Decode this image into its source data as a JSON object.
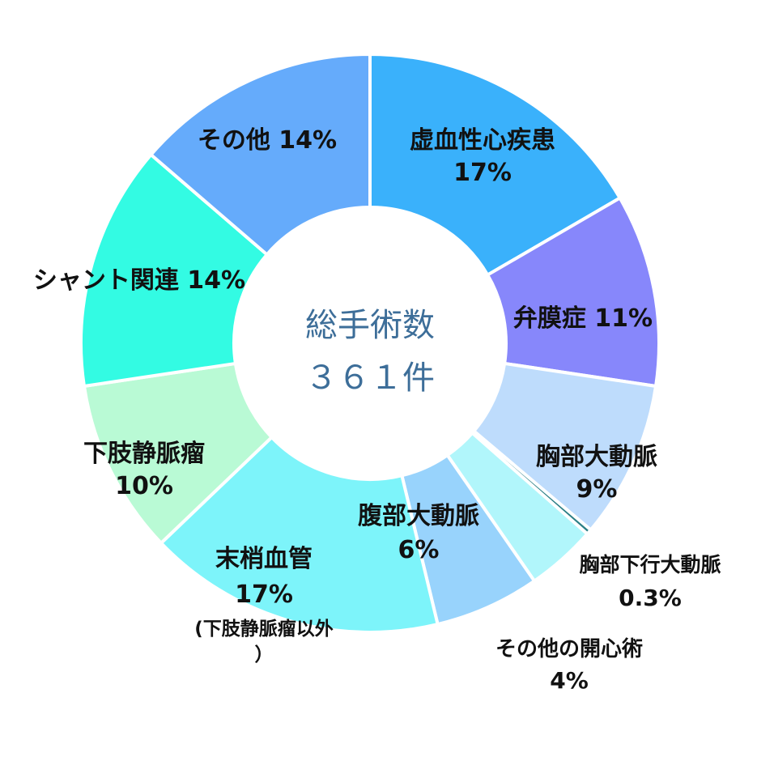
{
  "chart_data": {
    "type": "pie",
    "center_label": [
      "総手術数",
      "３６１件"
    ],
    "categories": [
      "虚血性心疾患",
      "弁膜症",
      "胸部大動脈",
      "胸部下行大動脈",
      "その他の開心術",
      "腹部大動脈",
      "末梢血管",
      "下肢静脈瘤",
      "シャント関連",
      "その他"
    ],
    "values": [
      17,
      11,
      9,
      0.3,
      4,
      6,
      17,
      10,
      14,
      14
    ],
    "colors": [
      "#3ab1fb",
      "#8787fb",
      "#bedcfc",
      "#2b7f86",
      "#b1f6fb",
      "#98d3fc",
      "#7df4fa",
      "#b9fad5",
      "#33fbe3",
      "#65abfb"
    ],
    "slice_labels": [
      {
        "lines": [
          "虚血性心疾患",
          "17%"
        ]
      },
      {
        "lines": [
          "弁膜症 11%"
        ]
      },
      {
        "lines": [
          "胸部大動脈",
          "9%"
        ]
      },
      {
        "lines": [
          "胸部下行大動脈",
          "0.3%"
        ]
      },
      {
        "lines": [
          "その他の開心術",
          "4%"
        ]
      },
      {
        "lines": [
          "腹部大動脈",
          "6%"
        ]
      },
      {
        "lines": [
          "末梢血管",
          "17%",
          "(下肢静脈瘤以外",
          "）"
        ]
      },
      {
        "lines": [
          "下肢静脈瘤",
          "10%"
        ]
      },
      {
        "lines": [
          "シャント関連 14%"
        ]
      },
      {
        "lines": [
          "その他 14%"
        ]
      }
    ]
  }
}
